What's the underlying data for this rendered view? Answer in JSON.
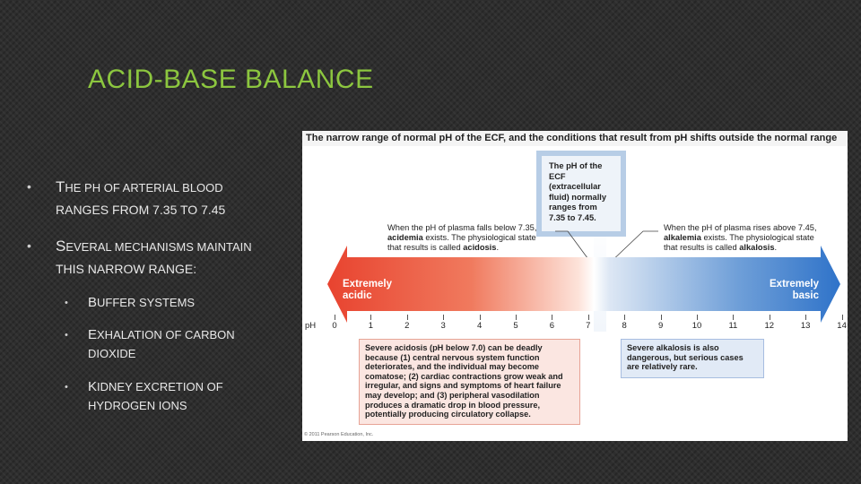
{
  "slide": {
    "title": "ACID-BASE BALANCE",
    "bullets": [
      {
        "lead": "T",
        "line1_rest": "HE PH OF ARTERIAL BLOOD",
        "line2": "RANGES FROM 7.35 TO 7.45"
      },
      {
        "lead": "S",
        "line1_rest": "EVERAL MECHANISMS MAINTAIN",
        "line2": "THIS NARROW RANGE:",
        "subs": [
          {
            "lead": "B",
            "line1_rest": "UFFER SYSTEMS",
            "line2": ""
          },
          {
            "lead": "E",
            "line1_rest": "XHALATION OF CARBON",
            "line2": "DIOXIDE"
          },
          {
            "lead": "K",
            "line1_rest": "IDNEY EXCRETION OF",
            "line2": "HYDROGEN IONS"
          }
        ]
      }
    ],
    "bullet_glyph": "•"
  },
  "figure": {
    "title": "The narrow range of normal pH of the ECF, and the conditions that result from pH shifts outside the normal range",
    "ecf_box": "The pH of the ECF (extracellular fluid) normally ranges from 7.35 to 7.45.",
    "left_note": {
      "pre": "When the pH of plasma falls below 7.35, ",
      "term1": "acidemia",
      "mid": " exists. The physiological state that results is called ",
      "term2": "acidosis",
      "post": "."
    },
    "right_note": {
      "pre": "When the pH of plasma rises above 7.45, ",
      "term1": "alkalemia",
      "mid": " exists. The physiological state that results is called ",
      "term2": "alkalosis",
      "post": "."
    },
    "arrow_left_label": "Extremely acidic",
    "arrow_right_label": "Extremely basic",
    "ph_axis_label": "pH",
    "ph_scale": [
      "0",
      "1",
      "2",
      "3",
      "4",
      "5",
      "6",
      "7",
      "8",
      "9",
      "10",
      "11",
      "12",
      "13",
      "14"
    ],
    "acidosis_box": "Severe acidosis (pH below 7.0) can be deadly because (1) central nervous system function deteriorates, and the individual may become comatose; (2) cardiac contractions grow weak and irregular, and signs and symptoms of heart failure may develop; and (3) peripheral vasodilation produces a dramatic drop in blood pressure, potentially producing circulatory collapse.",
    "alkalosis_box": "Severe alkalosis is also dangerous, but serious cases are relatively rare.",
    "copyright": "© 2011 Pearson Education, Inc.",
    "colors": {
      "acid": "#e8432f",
      "base": "#2f73c9",
      "title_green": "#8cc63f"
    }
  }
}
